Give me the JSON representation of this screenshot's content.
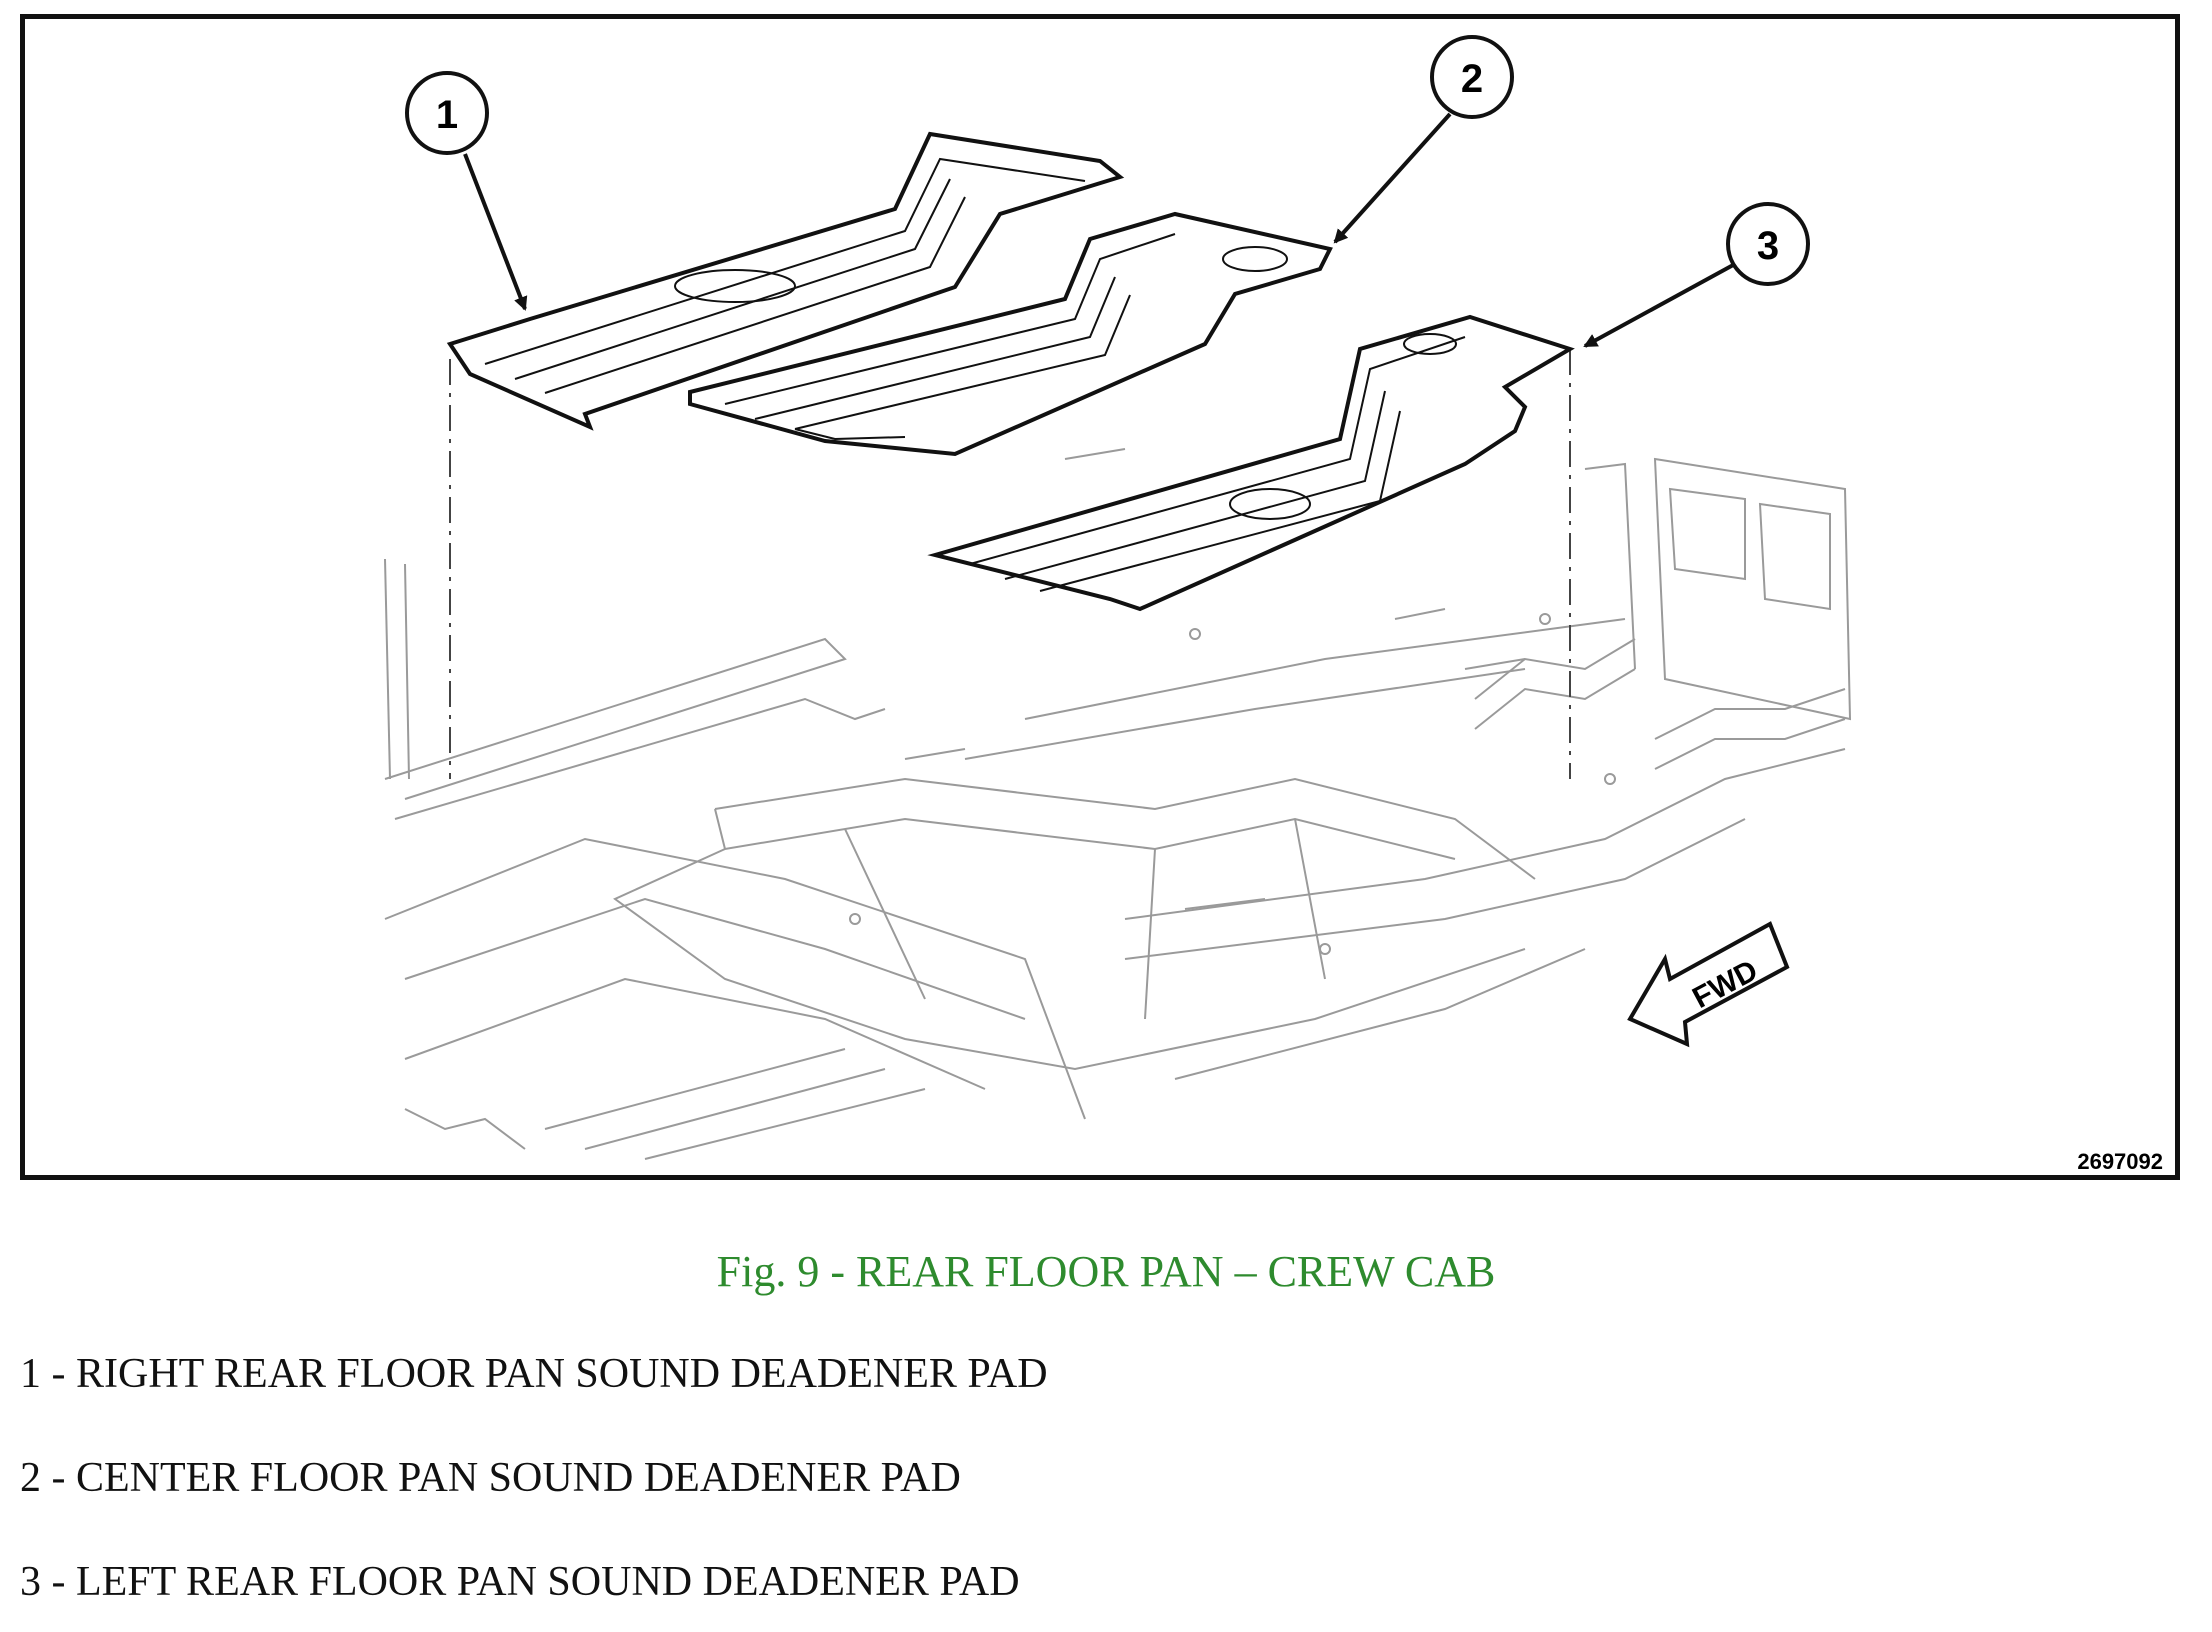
{
  "figure": {
    "code": "2697092",
    "direction_label": "FWD",
    "callouts": [
      {
        "number": "1"
      },
      {
        "number": "2"
      },
      {
        "number": "3"
      }
    ]
  },
  "caption": {
    "text": "Fig. 9 - REAR FLOOR PAN – CREW CAB",
    "color": "#2e8b2e"
  },
  "legend": [
    "1 - RIGHT REAR FLOOR PAN SOUND DEADENER PAD",
    "2 - CENTER FLOOR PAN SOUND DEADENER PAD",
    "3 - LEFT REAR FLOOR PAN SOUND DEADENER PAD"
  ]
}
